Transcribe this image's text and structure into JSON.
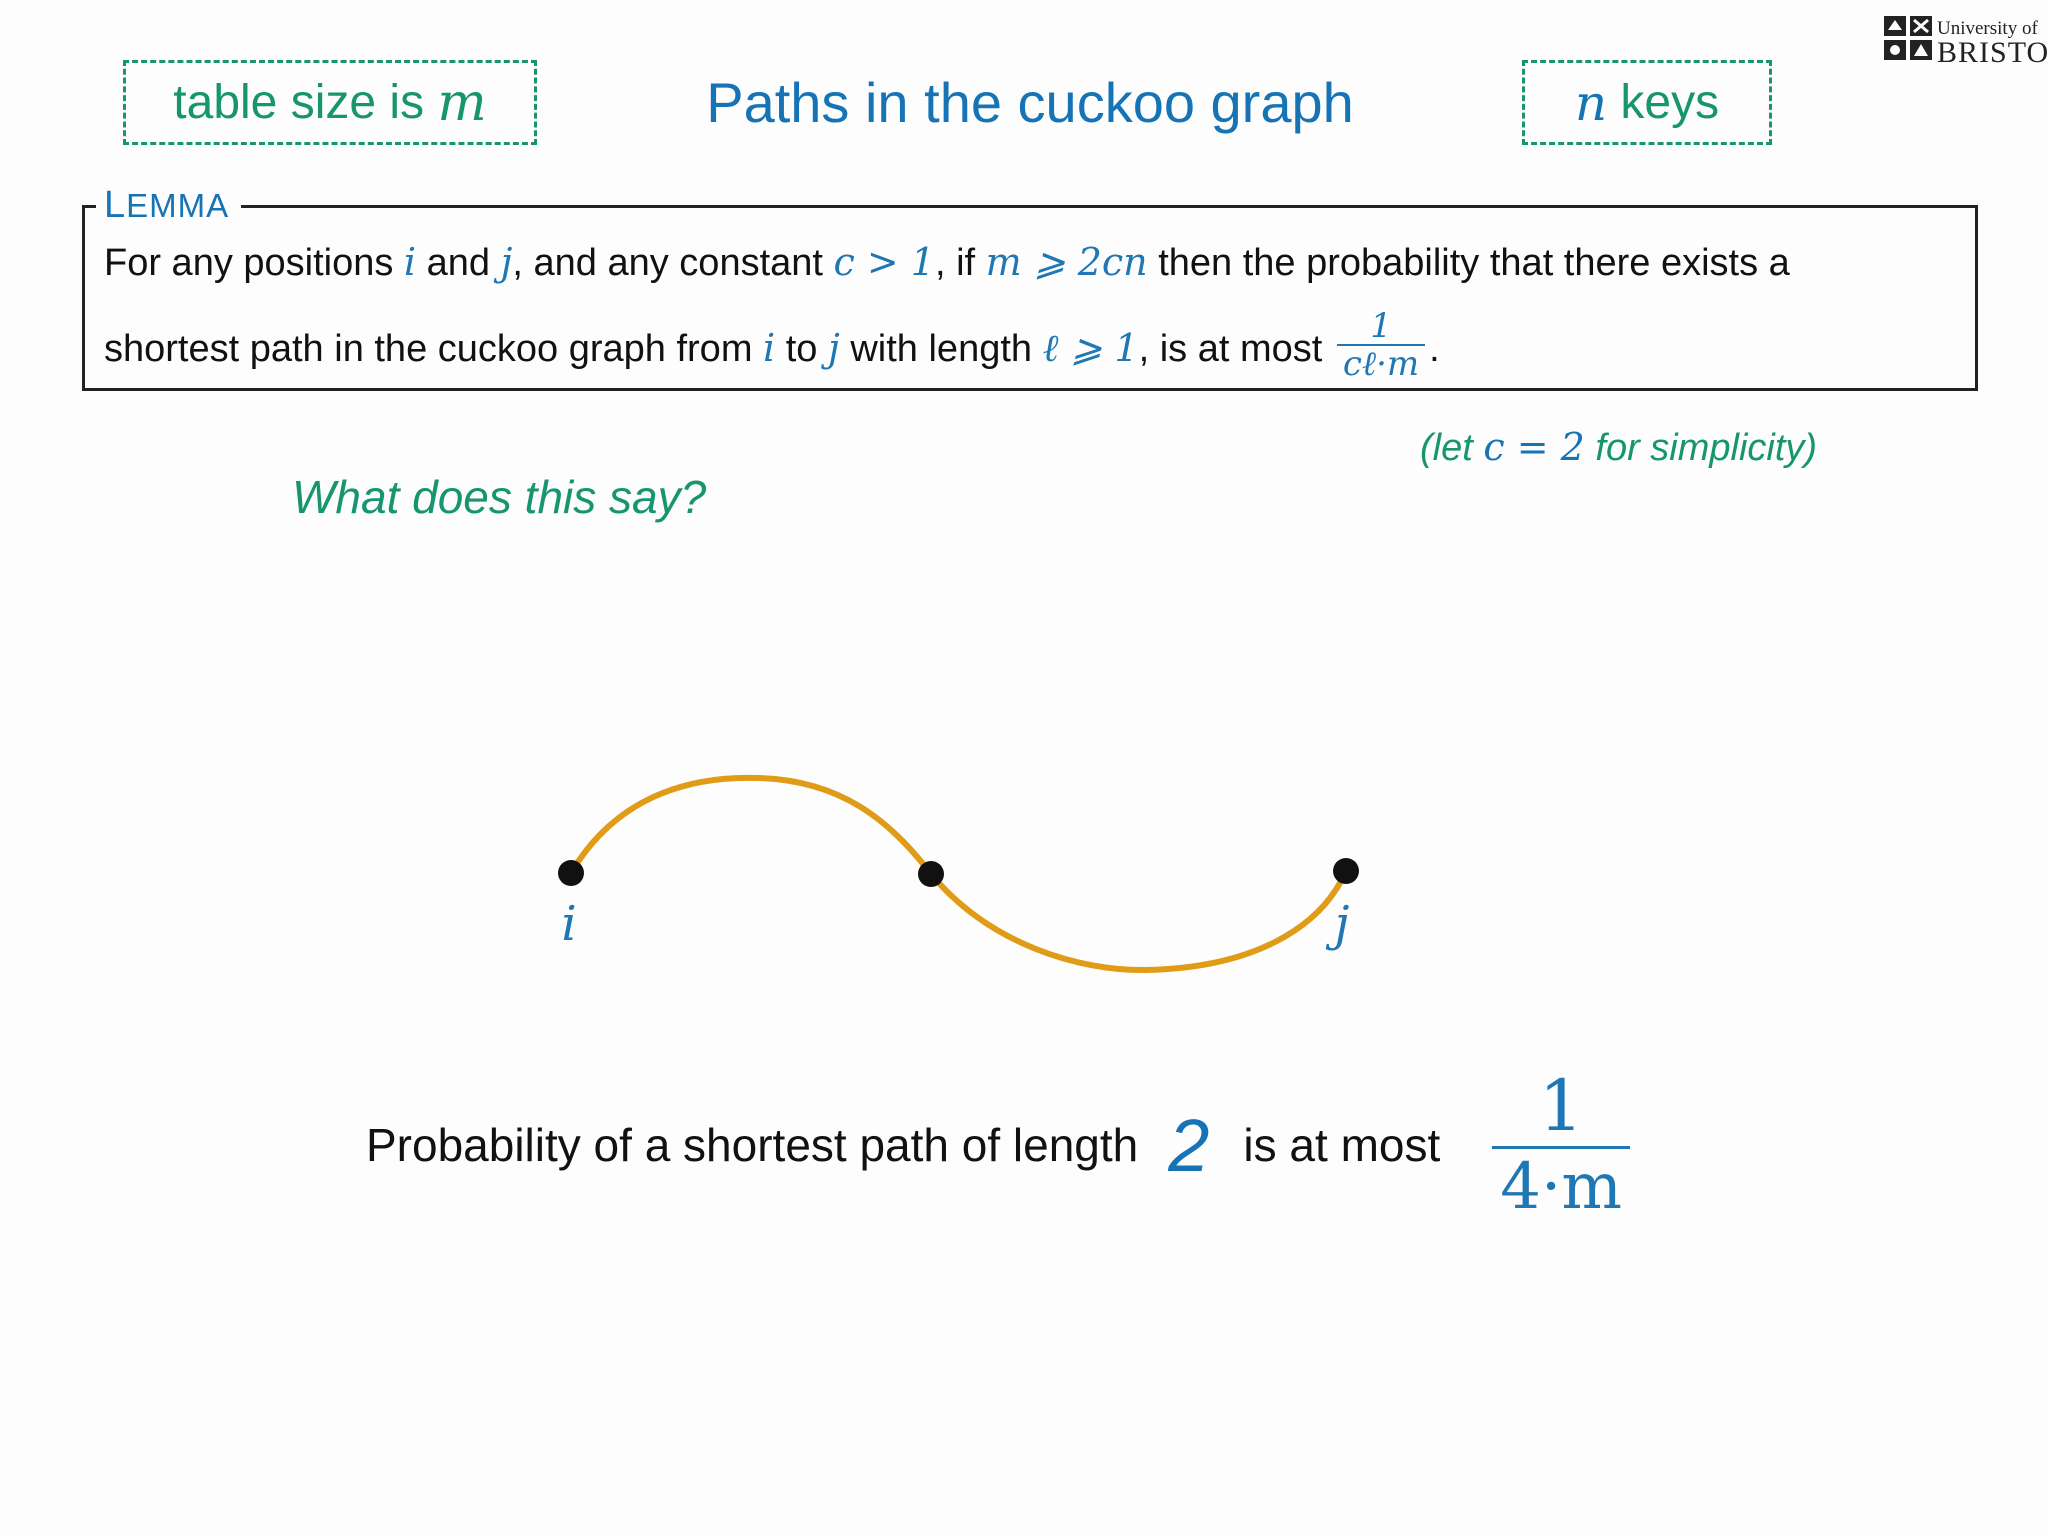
{
  "header": {
    "table_size_label": "table size is",
    "table_size_var": "m",
    "keys_var": "n",
    "keys_label": "keys",
    "title": "Paths in the cuckoo graph"
  },
  "logo": {
    "line1": "University of",
    "line2": "BRISTOL"
  },
  "lemma": {
    "heading_first": "L",
    "heading_rest": "EMMA",
    "line1": {
      "t1": "For any positions ",
      "m1": "i",
      "t2": " and ",
      "m2": "j",
      "t3": ", and any constant ",
      "m3": "c > 1",
      "t4": ", if ",
      "m4": "m ⩾ 2cn",
      "t5": " then the probability that there exists a"
    },
    "line2": {
      "t1": "shortest path in the cuckoo graph from ",
      "m1": "i",
      "t2": " to ",
      "m2": "j",
      "t3": " with length ",
      "m3": "ℓ ⩾ 1",
      "t4": ", is at most ",
      "frac_num": "1",
      "frac_den": "cℓ·m",
      "t5": "."
    }
  },
  "hint": {
    "prefix": "(let ",
    "math": "c = 2",
    "suffix": " for simplicity)"
  },
  "question": "What does this say?",
  "diagram": {
    "node_labels": [
      "i",
      "j"
    ],
    "path_length": 2,
    "edge_color": "#e09b17",
    "node_color": "#111111",
    "label_color": "#1f77b4"
  },
  "bottom": {
    "text1": "Probability of a shortest path of length",
    "length": "2",
    "text2": "is at most",
    "frac_num": "1",
    "frac_den": "4·m"
  }
}
